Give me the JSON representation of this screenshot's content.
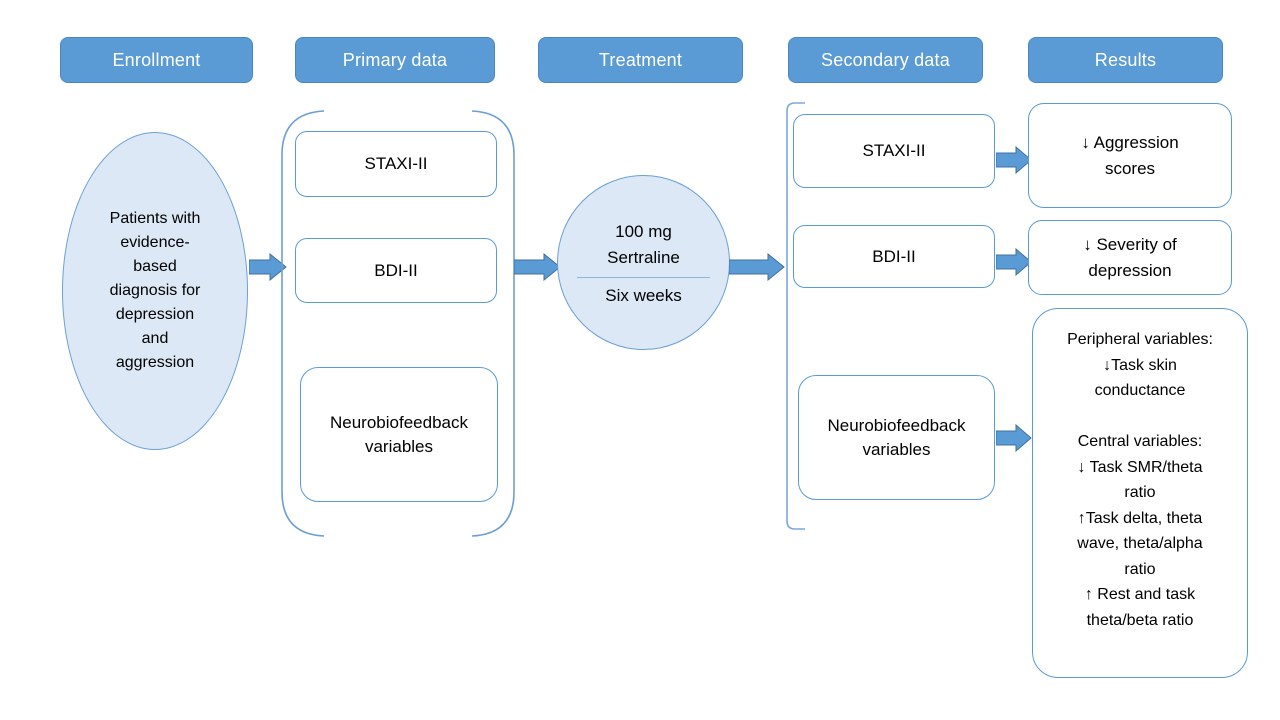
{
  "headers": [
    {
      "label": "Enrollment"
    },
    {
      "label": "Primary data"
    },
    {
      "label": "Treatment"
    },
    {
      "label": "Secondary data"
    },
    {
      "label": "Results"
    }
  ],
  "enrollment": {
    "text": "Patients with\nevidence-\nbased\ndiagnosis for\ndepression\nand\naggression"
  },
  "primary": {
    "boxes": [
      {
        "label": "STAXI-II"
      },
      {
        "label": "BDI-II"
      },
      {
        "label": "Neurobiofeedback\nvariables"
      }
    ]
  },
  "treatment": {
    "dose": "100 mg\nSertraline",
    "duration": "Six weeks"
  },
  "secondary": {
    "boxes": [
      {
        "label": "STAXI-II"
      },
      {
        "label": "BDI-II"
      },
      {
        "label": "Neurobiofeedback\nvariables"
      }
    ]
  },
  "results": [
    {
      "text": "↓ Aggression\nscores"
    },
    {
      "text": "↓ Severity of\ndepression"
    },
    {
      "text": "Peripheral variables:\n↓Task skin\nconductance\n\nCentral variables:\n↓ Task SMR/theta\nratio\n↑Task delta, theta\nwave, theta/alpha\nratio\n↑  Rest and task\ntheta/beta ratio"
    }
  ],
  "colors": {
    "header_fill": "#5b9bd5",
    "header_border": "#4a86c5",
    "header_text": "#ffffff",
    "shape_fill": "#dce8f5",
    "shape_border": "#6d9fd4",
    "box_border": "#5b9bd5",
    "arrow_fill": "#5b9bd5",
    "arrow_border": "#41719c",
    "bracket": "#7da7d8",
    "text": "#000000"
  }
}
